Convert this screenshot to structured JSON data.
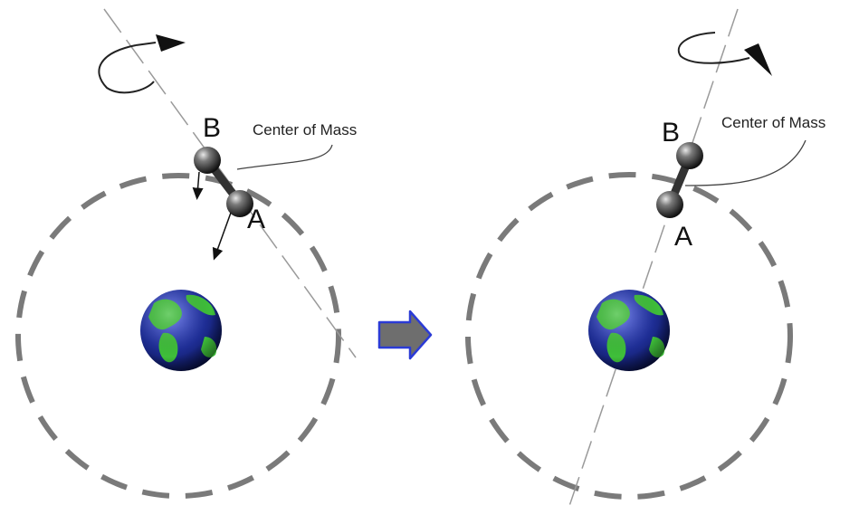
{
  "panels": [
    {
      "point_b_label": "B",
      "point_a_label": "A",
      "center_of_mass_label": "Center of Mass"
    },
    {
      "point_b_label": "B",
      "point_a_label": "A",
      "center_of_mass_label": "Center of Mass"
    }
  ],
  "colors": {
    "orbit": "#7a7a7a",
    "axis_line": "#9a9a9a",
    "arrow_fill": "#6e6e6e",
    "arrow_border": "#2b3bd6",
    "ocean": "#1f2f9a",
    "land": "#3fbf3a"
  },
  "icons": {
    "planet": "earth-icon",
    "transition": "right-arrow-icon"
  }
}
